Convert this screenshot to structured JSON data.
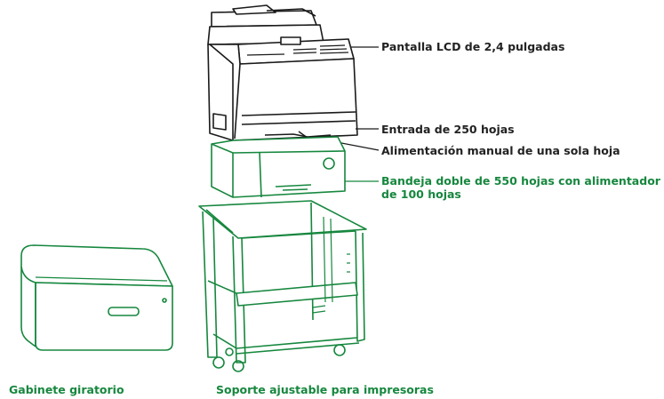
{
  "colors": {
    "accent_green": "#16873e",
    "dark_text": "#222222",
    "outline": "#1a1a1a",
    "background": "#ffffff"
  },
  "callouts": {
    "lcd": "Pantalla LCD de 2,4 pulgadas",
    "input_250": "Entrada de 250 hojas",
    "manual_feed": "Alimentación manual de una sola hoja",
    "double_tray": "Bandeja doble de 550 hojas con alimentador de 100 hojas"
  },
  "captions": {
    "cabinet": "Gabinete giratorio",
    "stand": "Soporte ajustable para impresoras"
  }
}
